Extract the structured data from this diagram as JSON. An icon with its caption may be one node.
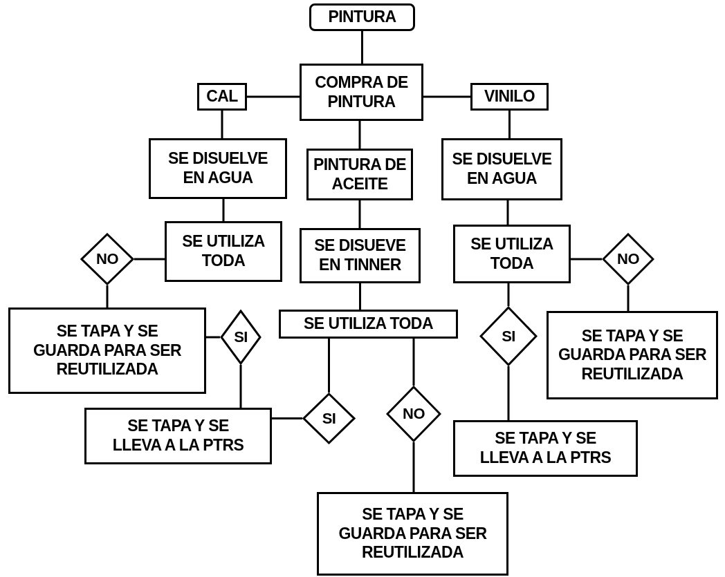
{
  "diagram": {
    "nodes": [
      {
        "text": [
          "PINTURA"
        ]
      },
      {
        "text": [
          "COMPRA DE PINTURA"
        ]
      },
      {
        "text": [
          "CAL"
        ]
      },
      {
        "text": [
          "VINILO"
        ]
      },
      {
        "text": [
          "SE DISUELVE EN AGUA"
        ]
      },
      {
        "text": [
          "PINTURA DE ACEITE"
        ]
      },
      {
        "text": [
          "SE DISUELVE EN AGUA"
        ]
      },
      {
        "text": [
          "SE UTILIZA TODA"
        ]
      },
      {
        "text": [
          "SE DISUEVE EN TINNER"
        ]
      },
      {
        "text": [
          "SE UTILIZA TODA"
        ]
      },
      {
        "text": [
          "NO"
        ]
      },
      {
        "text": [
          "NO"
        ]
      },
      {
        "text": [
          "SE UTILIZA TODA"
        ]
      },
      {
        "text": [
          "SE TAPA Y SE GUARDA PARA SER REUTILIZADA"
        ]
      },
      {
        "text": [
          "SI"
        ]
      },
      {
        "text": [
          "SI"
        ]
      },
      {
        "text": [
          "SE TAPA Y SE GUARDA PARA SER REUTILIZADA"
        ]
      },
      {
        "text": [
          "SE TAPA Y SE LLEVA A LA PTRS"
        ]
      },
      {
        "text": [
          "SI"
        ]
      },
      {
        "text": [
          "NO"
        ]
      },
      {
        "text": [
          "SE TAPA Y SE LLEVA A LA PTRS"
        ]
      },
      {
        "text": [
          "SE TAPA Y SE GUARDA PARA SER REUTILIZADA"
        ]
      }
    ],
    "edges": [
      {
        "from": 0,
        "to": 1,
        "arrow": "none"
      },
      {
        "from": 1,
        "to": 2,
        "arrow": "none"
      },
      {
        "from": 1,
        "to": 3,
        "arrow": "none"
      },
      {
        "from": 2,
        "to": 4,
        "arrow": "none"
      },
      {
        "from": 1,
        "to": 5,
        "arrow": "none"
      },
      {
        "from": 3,
        "to": 6,
        "arrow": "none"
      },
      {
        "from": 4,
        "to": 7,
        "arrow": "none"
      },
      {
        "from": 5,
        "to": 8,
        "arrow": "none"
      },
      {
        "from": 6,
        "to": 9,
        "arrow": "none"
      },
      {
        "from": 7,
        "to": 10,
        "arrow": "none"
      },
      {
        "from": 10,
        "to": 13,
        "arrow": "none"
      },
      {
        "from": 9,
        "to": 11,
        "arrow": "none"
      },
      {
        "from": 11,
        "to": 16,
        "arrow": "none"
      },
      {
        "from": 8,
        "to": 12,
        "arrow": "none"
      },
      {
        "from": 12,
        "to": 18,
        "arrow": "none"
      },
      {
        "from": 12,
        "to": 19,
        "arrow": "none"
      },
      {
        "from": 19,
        "to": 21,
        "arrow": "none"
      },
      {
        "from": 18,
        "to": 17,
        "arrow": "none"
      },
      {
        "from": 13,
        "to": 14,
        "arrow": "none"
      },
      {
        "from": 14,
        "to": 17,
        "arrow": "none"
      },
      {
        "from": 9,
        "to": 15,
        "arrow": "none"
      },
      {
        "from": 15,
        "to": 20,
        "arrow": "none"
      }
    ]
  }
}
